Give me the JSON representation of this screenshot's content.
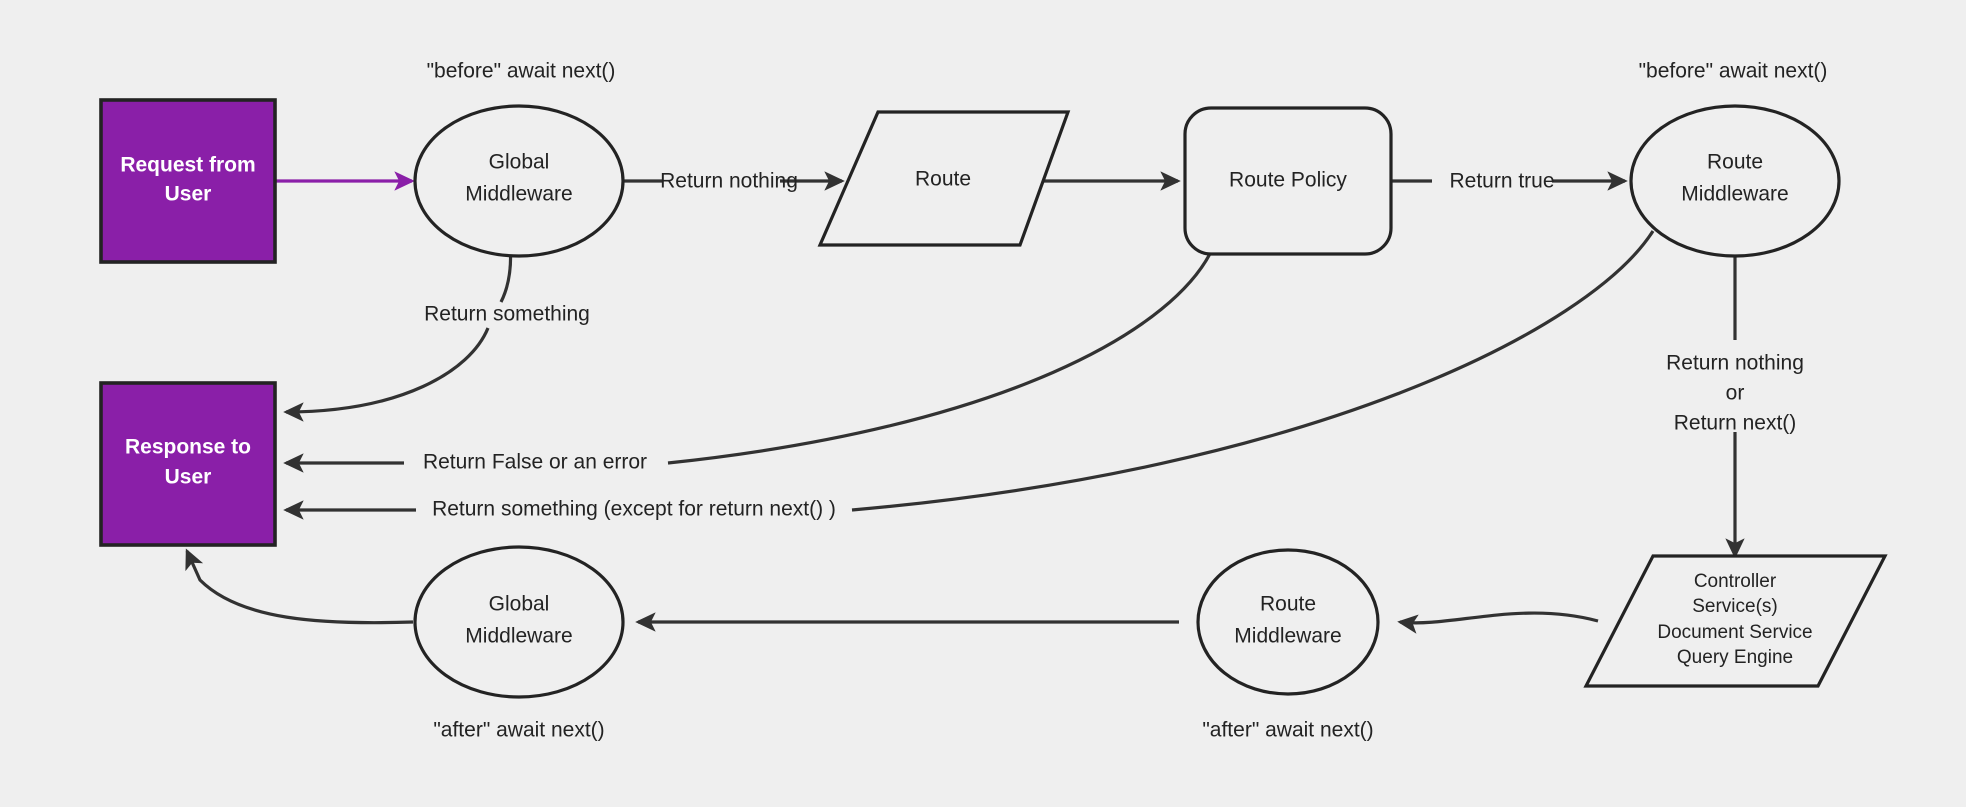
{
  "diagram": {
    "title": "Request / Response middleware lifecycle flowchart",
    "background_color": "#efefef",
    "accent_color": "#8A1FA8",
    "stroke_color": "#232323"
  },
  "nodes": {
    "request_box": {
      "line1": "Request from",
      "line2": "User",
      "shape": "rectangle",
      "fill": "#8A1FA8"
    },
    "response_box": {
      "line1": "Response to",
      "line2": "User",
      "shape": "rectangle",
      "fill": "#8A1FA8"
    },
    "global_mw_top": {
      "line1": "Global",
      "line2": "Middleware",
      "shape": "ellipse"
    },
    "route": {
      "line1": "Route",
      "shape": "parallelogram"
    },
    "route_policy": {
      "line1": "Route Policy",
      "shape": "rounded-rectangle"
    },
    "route_mw_top": {
      "line1": "Route",
      "line2": "Middleware",
      "shape": "ellipse"
    },
    "controller": {
      "line1": "Controller",
      "line2": "Service(s)",
      "line3": "Document Service",
      "line4": "Query Engine",
      "shape": "parallelogram"
    },
    "route_mw_bottom": {
      "line1": "Route",
      "line2": "Middleware",
      "shape": "ellipse"
    },
    "global_mw_bottom": {
      "line1": "Global",
      "line2": "Middleware",
      "shape": "ellipse"
    }
  },
  "annotations": {
    "before_await_next_global": "\"before\" await next()",
    "before_await_next_route": "\"before\" await next()",
    "after_await_next_global": "\"after\" await next()",
    "after_await_next_route": "\"after\" await next()"
  },
  "edge_labels": {
    "return_nothing": "Return nothing",
    "return_true": "Return true",
    "return_something_top": "Return something",
    "return_false_or_error": "Return False or an error",
    "return_something_except_next": "Return something (except for return next() )",
    "return_nothing_or_next_line1": "Return nothing",
    "return_nothing_or_next_line2": "or",
    "return_nothing_or_next_line3": "Return next()"
  }
}
